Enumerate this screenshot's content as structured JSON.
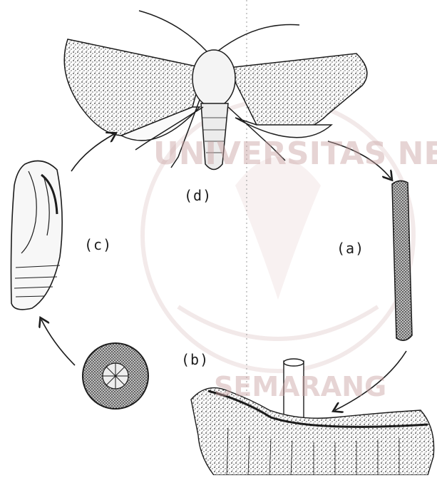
{
  "labels": {
    "adult": "(d)",
    "pupa": "(c)",
    "egg": "(a)",
    "larva": "(b)"
  },
  "watermark": {
    "top_text": "UNIVERSITAS NEGERI",
    "bottom_text": "SEMARANG",
    "color": "#c9a2a2"
  },
  "colors": {
    "ink": "#1c1c1c",
    "background": "#ffffff"
  }
}
